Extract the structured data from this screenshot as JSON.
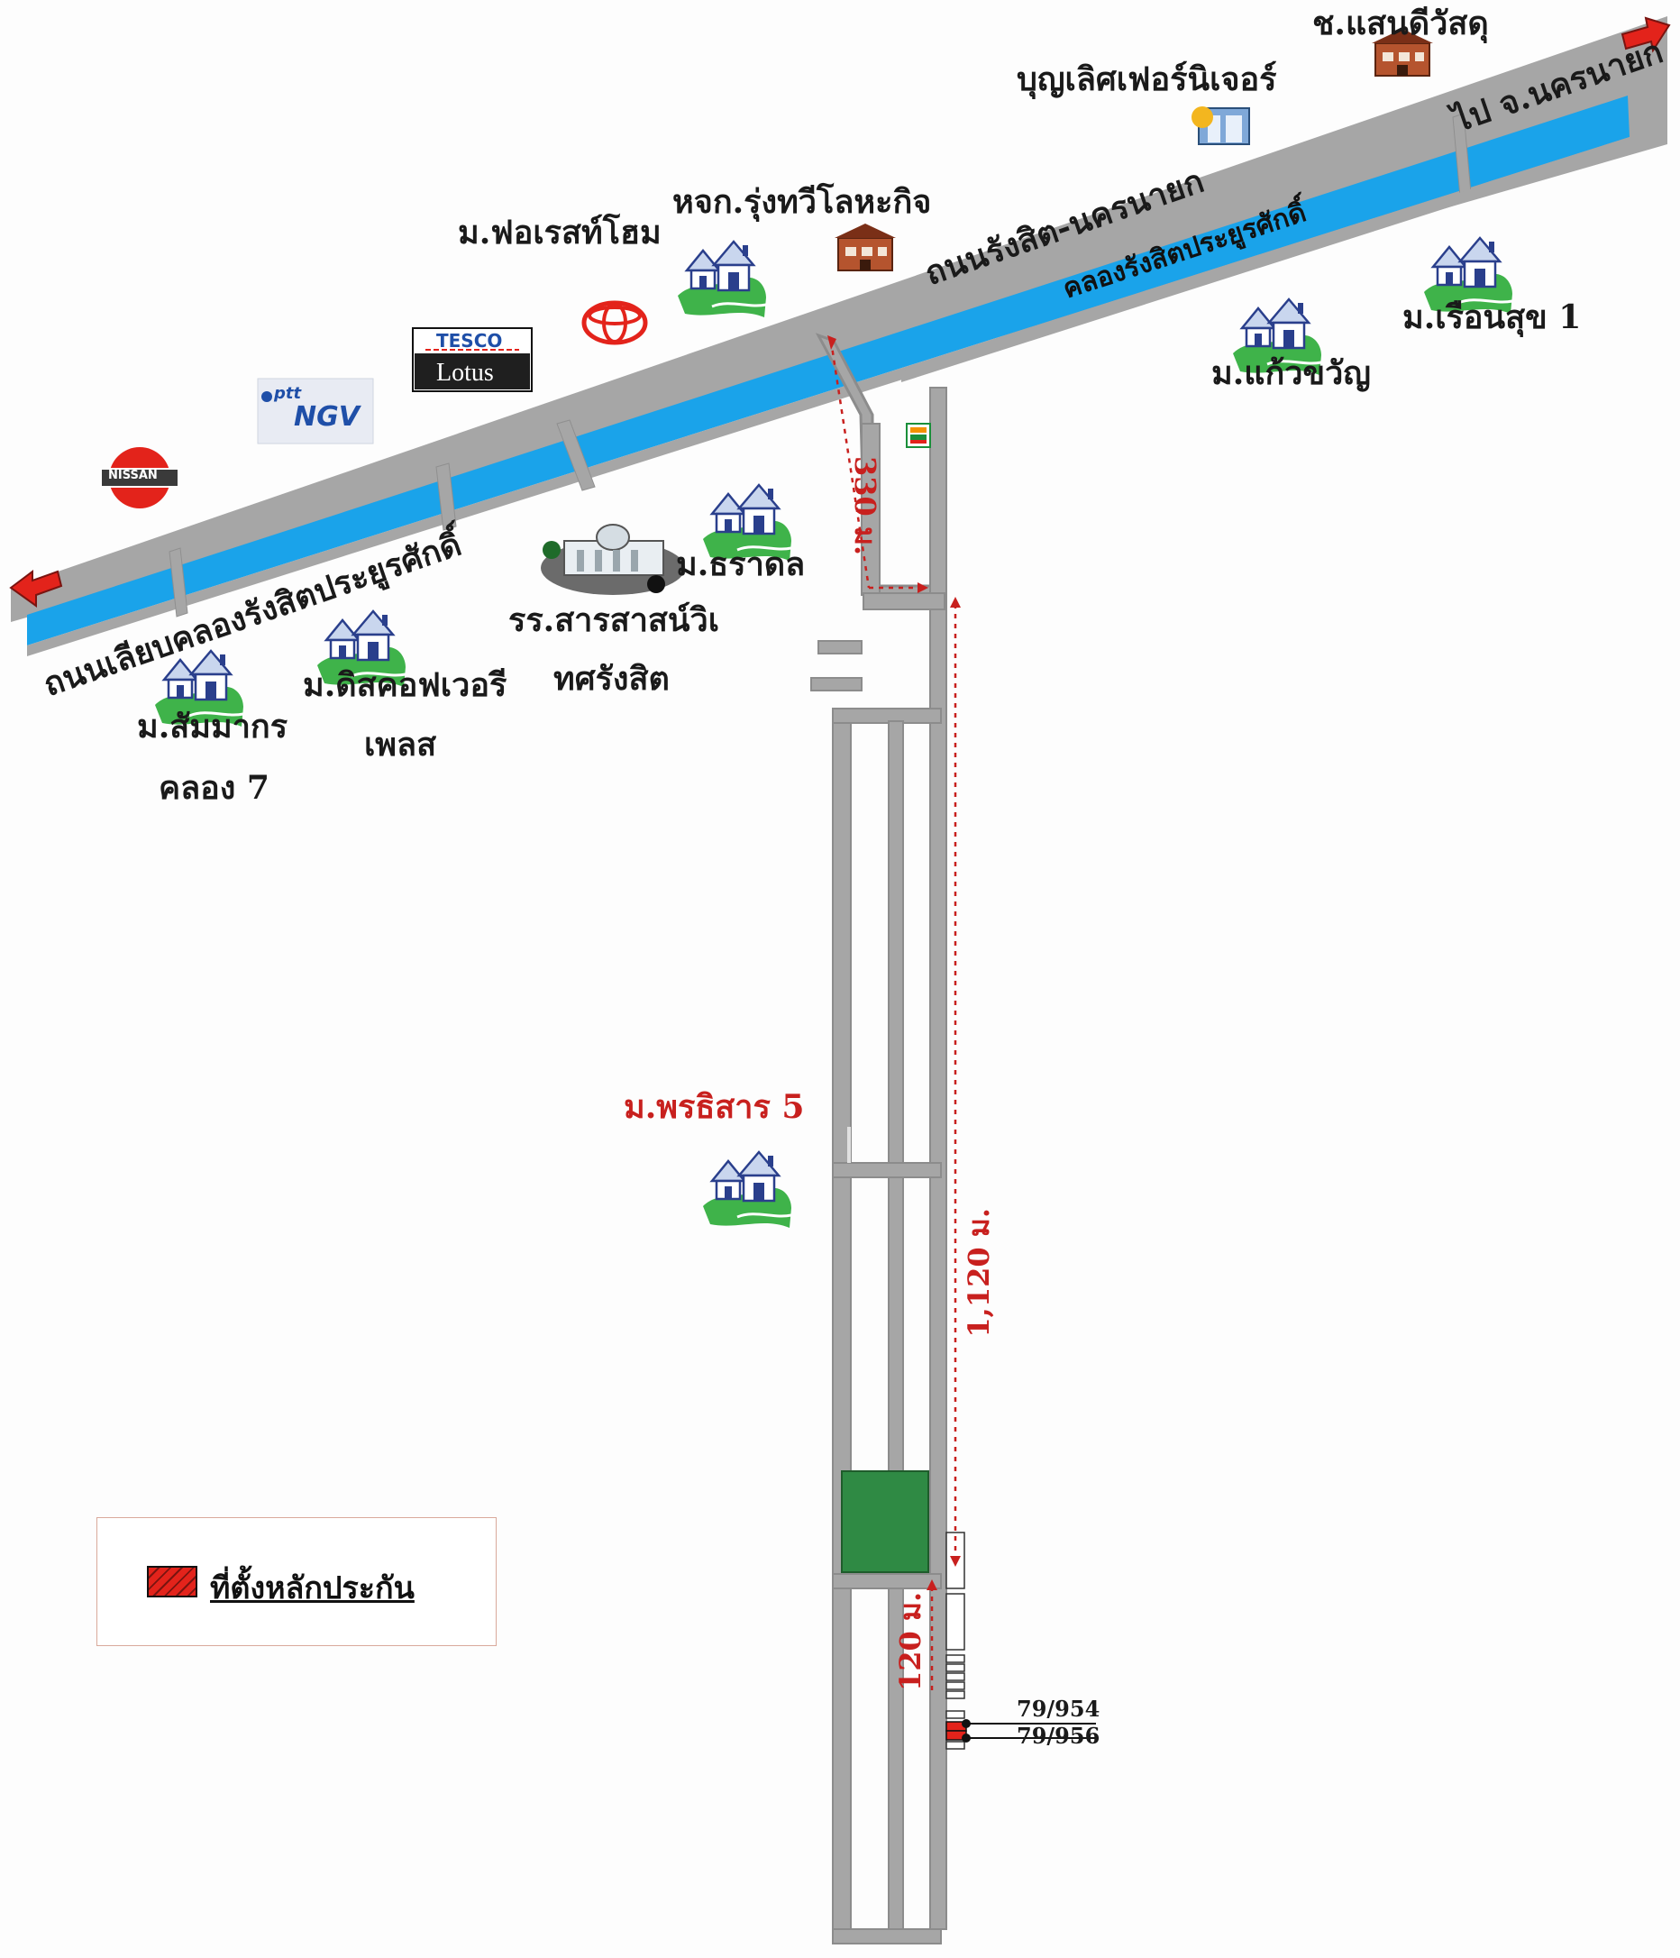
{
  "roads": {
    "main_road": "ถนนรังสิต-นครนายก",
    "canal": "คลองรังสิตประยูรศักดิ์",
    "canal_road": "ถนนเลียบคลองรังสิตประยูรศักดิ์",
    "to_nakhon_nayok": "ไป จ.นครนายก"
  },
  "places": {
    "forest_home": "ม.ฟอเรสท์โฮม",
    "rung_thawee": "หจก.รุ่งทวีโลหะกิจ",
    "boonlert": "บุญเลิศเฟอร์นิเจอร์",
    "saendee": "ช.แสนดีวัสดุ",
    "kaew_kwan": "ม.แก้วขวัญ",
    "ruen_suk": "ม.เรือนสุข 1",
    "tharadol": "ม.ธราดล",
    "school_line1": "รร.สารสาสน์วิเ",
    "school_line2": "ทศรังสิต",
    "discovery_line1": "ม.ดิสคอฟเวอรี",
    "discovery_line2": "เพลส",
    "sammakorn_line1": "ม.สัมมากร",
    "sammakorn_line2": "คลอง 7",
    "pornsiri": "ม.พรธิสาร 5"
  },
  "logos": {
    "nissan": "NISSAN",
    "tesco": "TESCO",
    "lotus": "Lotus",
    "ptt": "ptt",
    "ngv": "NGV"
  },
  "distances": {
    "d330": "330 ม.",
    "d1120": "1,120 ม.",
    "d120": "120 ม."
  },
  "plots": {
    "plot_a": "79/954",
    "plot_b": "79/956"
  },
  "legend": {
    "label": "ที่ตั้งหลักประกัน"
  },
  "colors": {
    "road_gray": "#a6a6a6",
    "canal_blue": "#1aa3ea",
    "distance_red": "#c8201e",
    "green_block": "#2f8a44",
    "collateral_red": "#e3231b"
  }
}
